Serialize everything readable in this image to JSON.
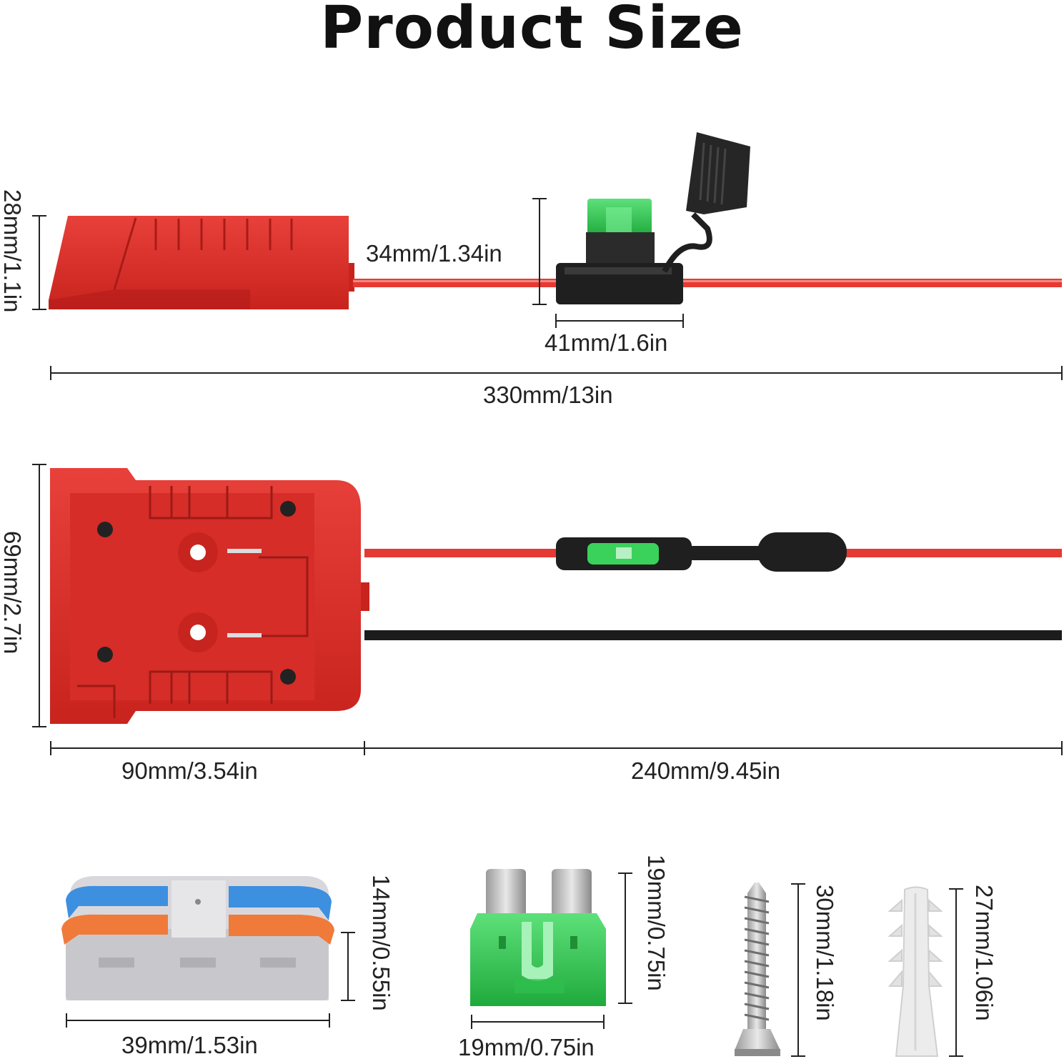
{
  "title": "Product Size",
  "dimensions": {
    "connector_height": "28mm/1.1in",
    "fuse_holder_height": "34mm/1.34in",
    "fuse_holder_width": "41mm/1.6in",
    "total_length": "330mm/13in",
    "adapter_height": "69mm/2.7in",
    "adapter_width": "90mm/3.54in",
    "cable_length": "240mm/9.45in",
    "connector_block_height": "14mm/0.55in",
    "connector_block_width": "39mm/1.53in",
    "fuse_height": "19mm/0.75in",
    "fuse_width": "19mm/0.75in",
    "screw_length": "30mm/1.18in",
    "anchor_length": "27mm/1.06in"
  },
  "colors": {
    "adapter_red": "#e0312b",
    "wire_red": "#e53a33",
    "wire_black": "#1c1c1c",
    "fuse_green": "#3ad25a",
    "lever_blue": "#3d8fe0",
    "lever_orange": "#f07a3a"
  }
}
